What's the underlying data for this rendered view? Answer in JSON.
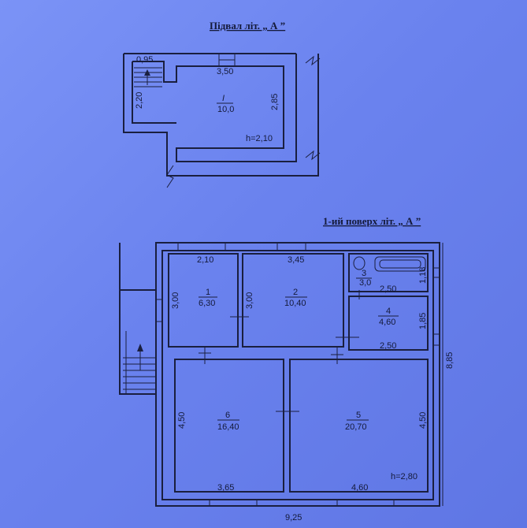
{
  "basement": {
    "title": "Підвал літ. „ А ”",
    "dim_top_left": "0,95",
    "dim_top": "3,50",
    "dim_left": "2,20",
    "dim_right": "2,85",
    "room_num": "I",
    "room_area": "10,0",
    "height": "h=2,10"
  },
  "floor1": {
    "title": "1-ий  поверх літ. „ А ”",
    "total_width": "9,25",
    "total_height": "8,85",
    "height": "h=2,80",
    "rooms": [
      {
        "num": "1",
        "area": "6,30",
        "w": "2,10",
        "h": "3,00"
      },
      {
        "num": "2",
        "area": "10,40",
        "w": "3,45",
        "h": "3,00"
      },
      {
        "num": "3",
        "area": "3,0",
        "w": "2,50",
        "h": "1,18"
      },
      {
        "num": "4",
        "area": "4,60",
        "w": "2,50",
        "h": "1,85"
      },
      {
        "num": "5",
        "area": "20,70",
        "w": "4,60",
        "h": "4,50"
      },
      {
        "num": "6",
        "area": "16,40",
        "w": "3,65",
        "h": "4,50"
      }
    ]
  }
}
